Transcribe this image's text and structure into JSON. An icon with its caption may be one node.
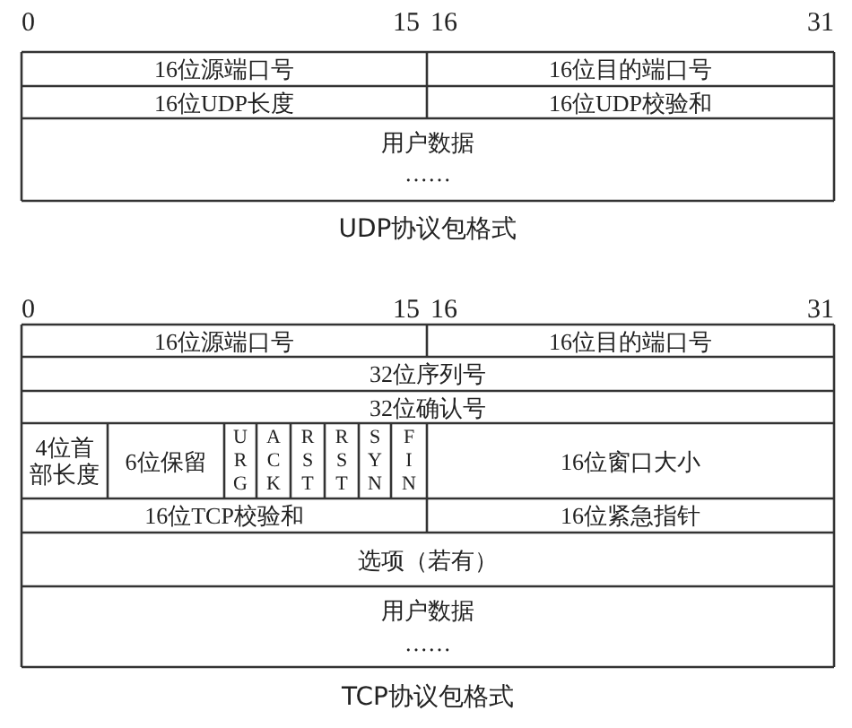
{
  "diagram": {
    "labels": [
      "0",
      "15",
      "16",
      "31",
      "16位源端口号",
      "16位目的端口号",
      "16位UDP长度",
      "16位UDP校验和",
      "用户数据",
      "……",
      "UDP协议包格式",
      "0",
      "15",
      "16",
      "31",
      "16位源端口号",
      "16位目的端口号",
      "32位序列号",
      "32位确认号",
      "4位首部长度",
      "6位保留",
      "URG",
      "ACK",
      "RST",
      "RST",
      "SYN",
      "FIN",
      "16位窗口大小",
      "16位TCP校验和",
      "16位紧急指针",
      "选项（若有）",
      "用户数据",
      "……",
      "TCP协议包格式"
    ]
  }
}
